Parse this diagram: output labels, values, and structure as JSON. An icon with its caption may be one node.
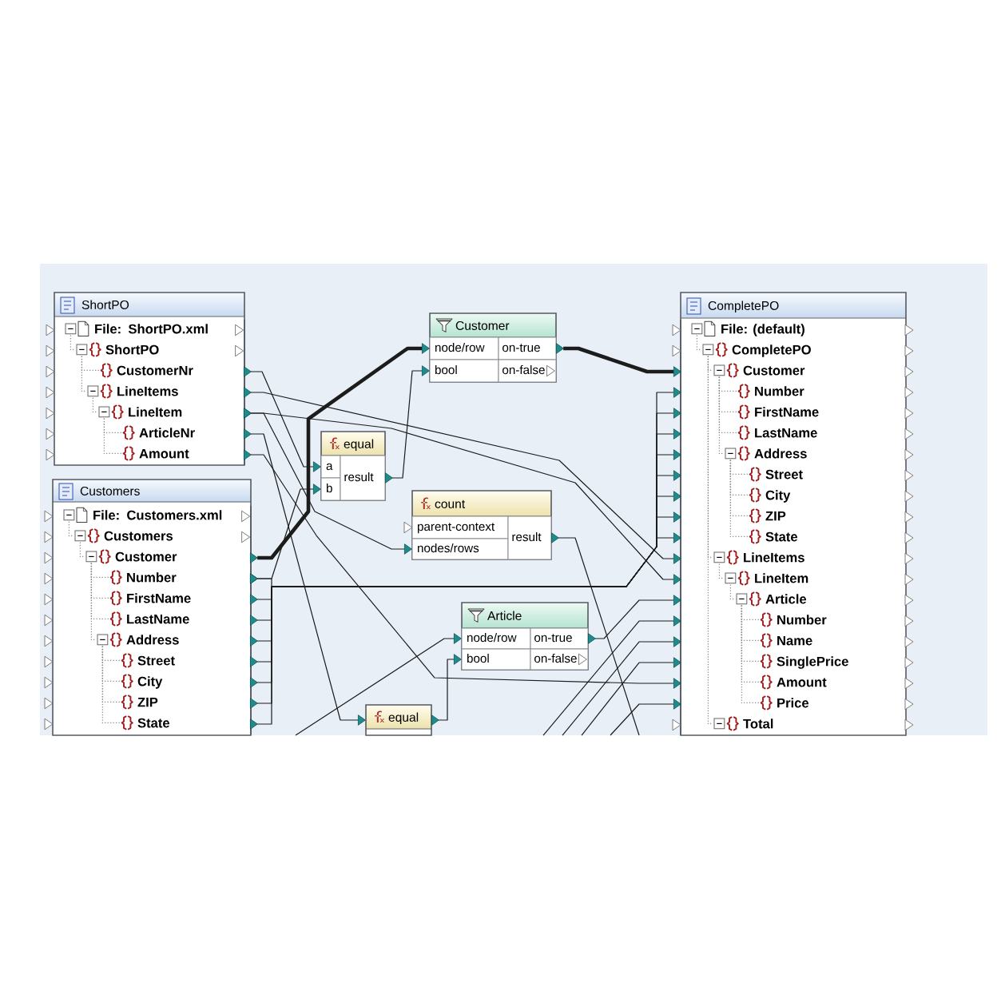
{
  "diagram": {
    "nodes": [
      {
        "text": [
          "ShortPO"
        ]
      },
      {
        "text": [
          "File: ShortPO.xml"
        ],
        "in": 0
      },
      {
        "text": [
          "ShortPO"
        ],
        "in": 0
      },
      {
        "text": [
          "CustomerNr"
        ],
        "in": 0
      },
      {
        "text": [
          "LineItems"
        ],
        "in": 0
      },
      {
        "text": [
          "LineItem"
        ],
        "in": 0
      },
      {
        "text": [
          "ArticleNr"
        ],
        "in": 0
      },
      {
        "text": [
          "Amount"
        ],
        "in": 0
      },
      {
        "text": [
          "Customers"
        ]
      },
      {
        "text": [
          "File: Customers.xml"
        ],
        "in": 8
      },
      {
        "text": [
          "Customers"
        ],
        "in": 8
      },
      {
        "text": [
          "Customer"
        ],
        "in": 8
      },
      {
        "text": [
          "Number"
        ],
        "in": 8
      },
      {
        "text": [
          "FirstName"
        ],
        "in": 8
      },
      {
        "text": [
          "LastName"
        ],
        "in": 8
      },
      {
        "text": [
          "Address"
        ],
        "in": 8
      },
      {
        "text": [
          "Street"
        ],
        "in": 8
      },
      {
        "text": [
          "City"
        ],
        "in": 8
      },
      {
        "text": [
          "ZIP"
        ],
        "in": 8
      },
      {
        "text": [
          "State"
        ],
        "in": 8
      },
      {
        "text": [
          "Customer"
        ]
      },
      {
        "text": [
          "node/row"
        ],
        "in": 20
      },
      {
        "text": [
          "bool"
        ],
        "in": 20
      },
      {
        "text": [
          "on-true"
        ],
        "in": 20
      },
      {
        "text": [
          "on-false"
        ],
        "in": 20
      },
      {
        "text": [
          "equal"
        ]
      },
      {
        "text": [
          "a"
        ],
        "in": 25
      },
      {
        "text": [
          "b"
        ],
        "in": 25
      },
      {
        "text": [
          "result"
        ],
        "in": 25
      },
      {
        "text": [
          "count"
        ]
      },
      {
        "text": [
          "parent-context"
        ],
        "in": 29
      },
      {
        "text": [
          "nodes/rows"
        ],
        "in": 29
      },
      {
        "text": [
          "result"
        ],
        "in": 29
      },
      {
        "text": [
          "Article"
        ]
      },
      {
        "text": [
          "node/row"
        ],
        "in": 33
      },
      {
        "text": [
          "bool"
        ],
        "in": 33
      },
      {
        "text": [
          "on-true"
        ],
        "in": 33
      },
      {
        "text": [
          "on-false"
        ],
        "in": 33
      },
      {
        "text": [
          "equal"
        ]
      },
      {
        "text": [
          "CompletePO"
        ]
      },
      {
        "text": [
          "File: (default)"
        ],
        "in": 39
      },
      {
        "text": [
          "CompletePO"
        ],
        "in": 39
      },
      {
        "text": [
          "Customer"
        ],
        "in": 39
      },
      {
        "text": [
          "Number"
        ],
        "in": 39
      },
      {
        "text": [
          "FirstName"
        ],
        "in": 39
      },
      {
        "text": [
          "LastName"
        ],
        "in": 39
      },
      {
        "text": [
          "Address"
        ],
        "in": 39
      },
      {
        "text": [
          "Street"
        ],
        "in": 39
      },
      {
        "text": [
          "City"
        ],
        "in": 39
      },
      {
        "text": [
          "ZIP"
        ],
        "in": 39
      },
      {
        "text": [
          "State"
        ],
        "in": 39
      },
      {
        "text": [
          "LineItems"
        ],
        "in": 39
      },
      {
        "text": [
          "LineItem"
        ],
        "in": 39
      },
      {
        "text": [
          "Article"
        ],
        "in": 39
      },
      {
        "text": [
          "Number"
        ],
        "in": 39
      },
      {
        "text": [
          "Name"
        ],
        "in": 39
      },
      {
        "text": [
          "SinglePrice"
        ],
        "in": 39
      },
      {
        "text": [
          "Amount"
        ],
        "in": 39
      },
      {
        "text": [
          "Price"
        ],
        "in": 39
      },
      {
        "text": [
          "Total"
        ],
        "in": 39
      }
    ],
    "edges": [
      {
        "from": 11,
        "to": 21,
        "arrow": "to",
        "style": "thick"
      },
      {
        "from": 23,
        "to": 42,
        "arrow": "to",
        "style": "thick"
      },
      {
        "from": 3,
        "to": 26,
        "arrow": "to"
      },
      {
        "from": 12,
        "to": 27,
        "arrow": "to"
      },
      {
        "from": 28,
        "to": 22,
        "arrow": "to"
      },
      {
        "from": 4,
        "to": 51,
        "arrow": "to"
      },
      {
        "from": 5,
        "to": 52,
        "arrow": "to"
      },
      {
        "from": 5,
        "to": 31,
        "arrow": "to"
      },
      {
        "from": 32,
        "to": null,
        "arrow": "to"
      },
      {
        "from": 6,
        "to": 38,
        "arrow": "to"
      },
      {
        "from": 7,
        "to": 57,
        "arrow": "to"
      },
      {
        "from": 36,
        "to": 53,
        "arrow": "to"
      },
      {
        "from": null,
        "to": 34,
        "arrow": "to"
      },
      {
        "from": 38,
        "to": 35,
        "arrow": "to"
      },
      {
        "from": null,
        "to": 54,
        "arrow": "to"
      },
      {
        "from": null,
        "to": 55,
        "arrow": "to"
      },
      {
        "from": null,
        "to": 56,
        "arrow": "to"
      },
      {
        "from": null,
        "to": 58,
        "arrow": "to"
      },
      {
        "from": 12,
        "to": 43,
        "arrow": "to"
      },
      {
        "from": 13,
        "to": 44,
        "arrow": "to"
      },
      {
        "from": 14,
        "to": 45,
        "arrow": "to"
      },
      {
        "from": 15,
        "to": 46,
        "arrow": "to"
      },
      {
        "from": 16,
        "to": 47,
        "arrow": "to"
      },
      {
        "from": 17,
        "to": 48,
        "arrow": "to"
      },
      {
        "from": 18,
        "to": 49,
        "arrow": "to"
      },
      {
        "from": 19,
        "to": 50,
        "arrow": "to"
      }
    ]
  }
}
